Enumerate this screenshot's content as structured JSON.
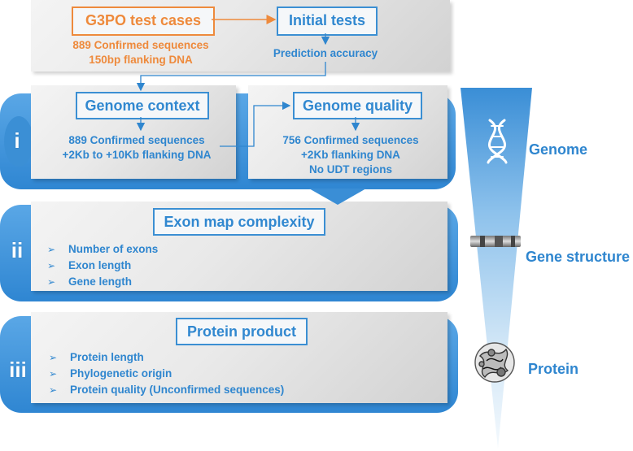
{
  "top": {
    "test_cases_label": "G3PO test cases",
    "test_cases_lines": [
      "889 Confirmed sequences",
      "150bp flanking DNA"
    ],
    "initial_tests_label": "Initial tests",
    "initial_tests_line": "Prediction accuracy"
  },
  "section_i": {
    "numeral": "i",
    "genome_context_label": "Genome context",
    "genome_context_lines": [
      "889 Confirmed sequences",
      "+2Kb to +10Kb flanking DNA"
    ],
    "genome_quality_label": "Genome quality",
    "genome_quality_lines": [
      "756 Confirmed sequences",
      "+2Kb flanking DNA",
      "No UDT regions"
    ]
  },
  "section_ii": {
    "numeral": "ii",
    "title": "Exon map complexity",
    "items": [
      "Number of exons",
      "Exon length",
      "Gene length"
    ]
  },
  "section_iii": {
    "numeral": "iii",
    "title": "Protein product",
    "items": [
      "Protein length",
      "Phylogenetic origin",
      "Protein quality (Unconfirmed sequences)"
    ]
  },
  "side": {
    "genome_label": "Genome",
    "gene_structure_label": "Gene structure",
    "protein_label": "Protein"
  },
  "icons": {
    "list_bullet": "➢",
    "genome": "dna-icon",
    "gene_structure": "gene-bar-icon",
    "protein": "protein-structure-icon"
  },
  "colors": {
    "accent_blue": "#2f86cf",
    "accent_orange": "#ee8a3c",
    "band_blue": "#3a8fd7"
  }
}
